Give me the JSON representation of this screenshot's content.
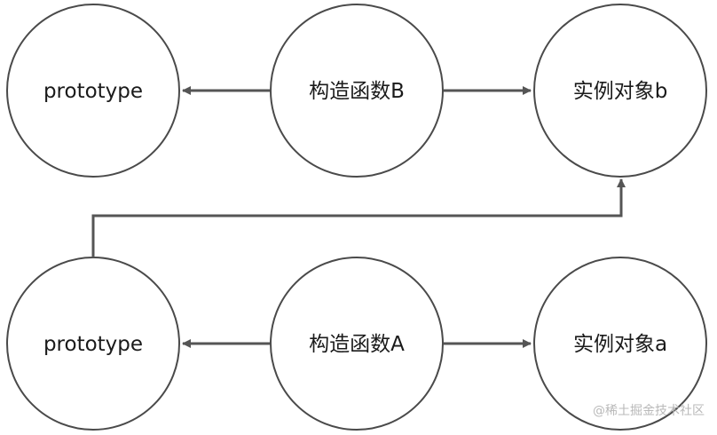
{
  "nodes": {
    "prototype_b": "prototype",
    "constructor_b": "构造函数B",
    "instance_b": "实例对象b",
    "prototype_a": "prototype",
    "constructor_a": "构造函数A",
    "instance_a": "实例对象a"
  },
  "watermark": "@稀土掘金技术社区"
}
